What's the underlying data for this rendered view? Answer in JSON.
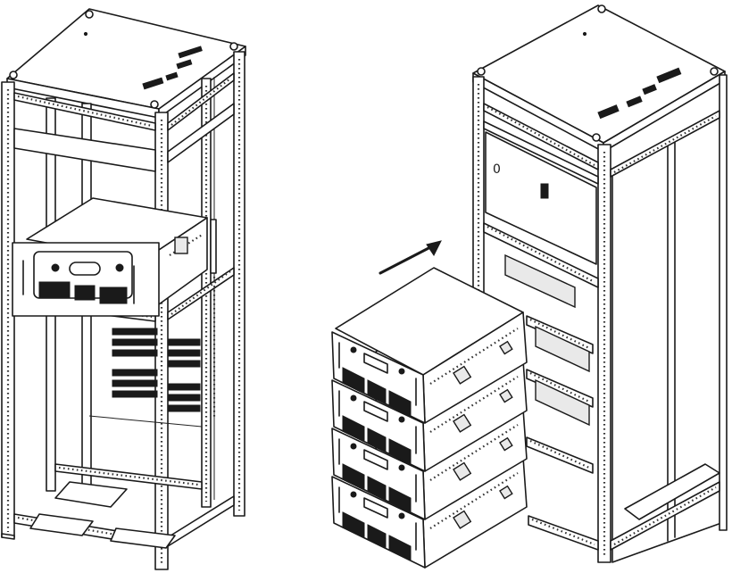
{
  "figure": {
    "panels": [
      {
        "id": "left",
        "subject": "rack-cabinet-with-one-mounted-unit",
        "mounted_units": 1
      },
      {
        "id": "right",
        "subject": "rack-cabinet-with-stacked-units",
        "stacked_units": 4
      }
    ],
    "icons": {
      "insert_direction": "arrow-right-icon"
    },
    "colors": {
      "line": "#1a1a1a",
      "background": "#ffffff"
    }
  }
}
